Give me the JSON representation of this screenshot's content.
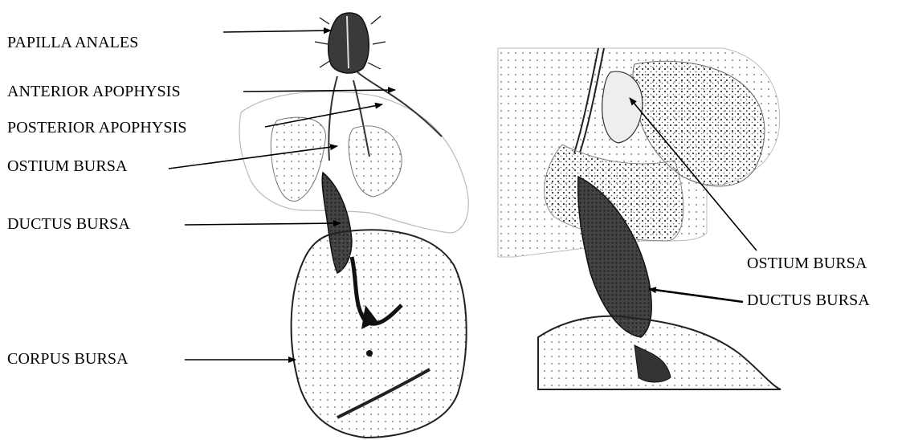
{
  "labels": {
    "papilla_anales": "PAPILLA ANALES",
    "anterior_apophysis": "ANTERIOR APOPHYSIS",
    "posterior_apophysis": "POSTERIOR APOPHYSIS",
    "ostium_bursa_left": "OSTIUM BURSA",
    "ductus_bursa_left": "DUCTUS BURSA",
    "corpus_bursa": "CORPUS BURSA",
    "ostium_bursa_right": "OSTIUM BURSA",
    "ductus_bursa_right": "DUCTUS BURSA"
  }
}
